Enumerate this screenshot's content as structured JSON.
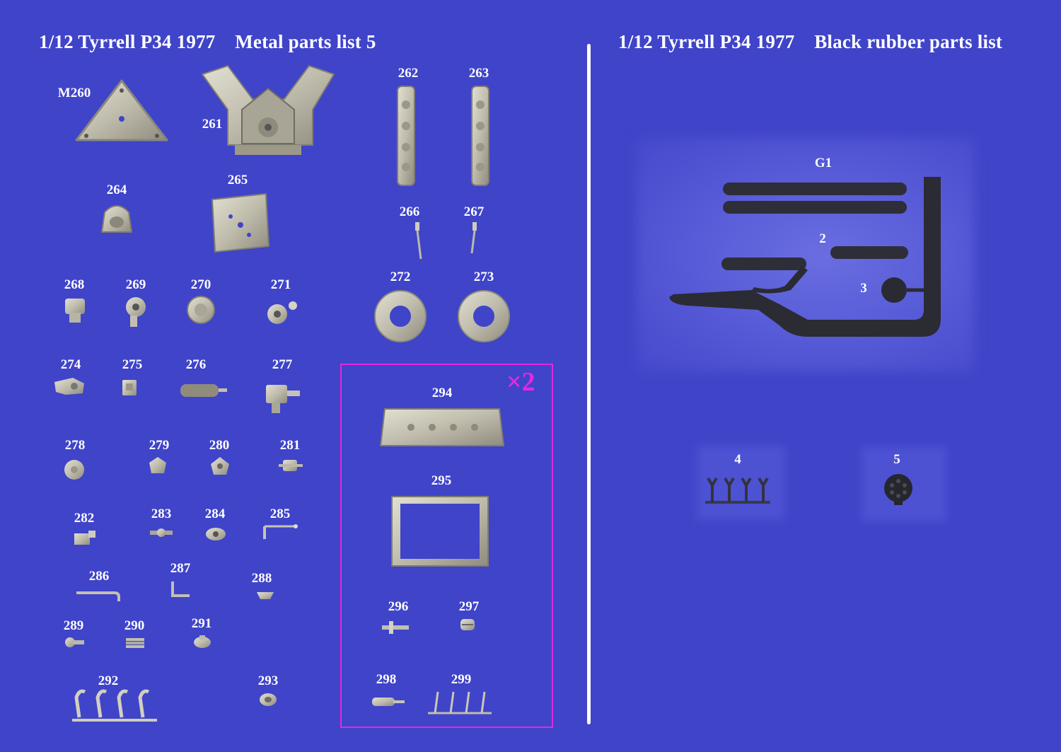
{
  "metal": {
    "title": "1/12 Tyrrell P34 1977    Metal parts list 5",
    "labels": {
      "p260": "M260",
      "p261": "261",
      "p262": "262",
      "p263": "263",
      "p264": "264",
      "p265": "265",
      "p266": "266",
      "p267": "267",
      "p268": "268",
      "p269": "269",
      "p270": "270",
      "p271": "271",
      "p272": "272",
      "p273": "273",
      "p274": "274",
      "p275": "275",
      "p276": "276",
      "p277": "277",
      "p278": "278",
      "p279": "279",
      "p280": "280",
      "p281": "281",
      "p282": "282",
      "p283": "283",
      "p284": "284",
      "p285": "285",
      "p286": "286",
      "p287": "287",
      "p288": "288",
      "p289": "289",
      "p290": "290",
      "p291": "291",
      "p292": "292",
      "p293": "293",
      "p294": "294",
      "p295": "295",
      "p296": "296",
      "p297": "297",
      "p298": "298",
      "p299": "299"
    },
    "multiplier": "×2"
  },
  "rubber": {
    "title": "1/12 Tyrrell P34 1977    Black rubber parts list",
    "labels": {
      "g1": "G1",
      "r2": "2",
      "r3": "3",
      "r4": "4",
      "r5": "5"
    }
  },
  "colors": {
    "background": "#3f44c9",
    "metal": "#c9c6b6",
    "rubber": "#2a2a32",
    "highlight": "#e02ae0",
    "text": "#ffffff"
  }
}
